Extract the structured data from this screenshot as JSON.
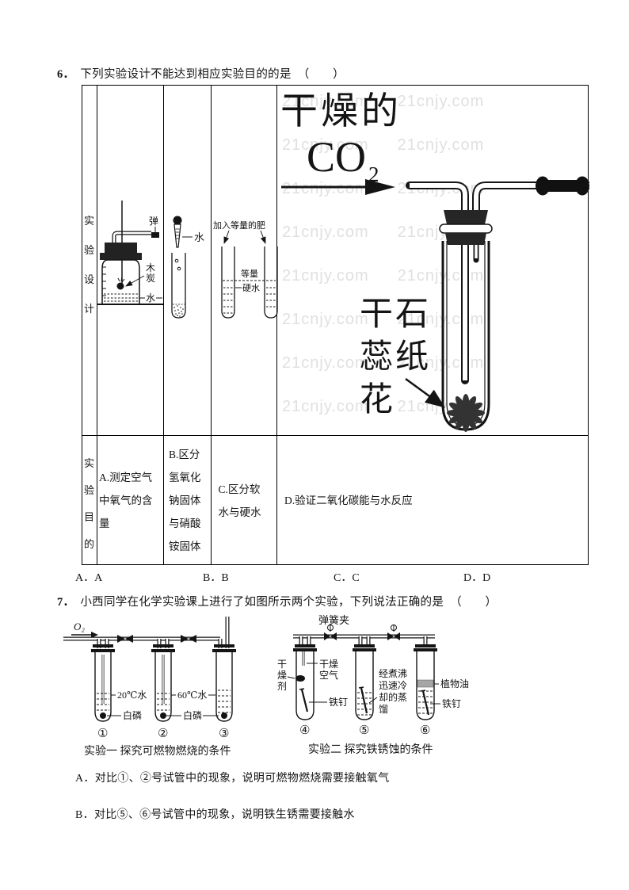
{
  "watermark": {
    "text": "21cnjy.com",
    "color": "#e0e0e0"
  },
  "q6": {
    "number": "6．",
    "text": "下列实验设计不能达到相应实验目的的是",
    "brackets": "（　　）",
    "table": {
      "row1_header": "实验设计",
      "row2_header": "实验目的",
      "purpose_a": "A.测定空气中氧气的含量",
      "purpose_b": "B.区分氢氧化钠固体与硝酸铵固体",
      "purpose_c": "C.区分软水与硬水",
      "purpose_d": "D.验证二氧化碳能与水反应",
      "diagram_a": {
        "clamp": "弹",
        "charcoal_c1": "木",
        "charcoal_c2": "炭",
        "water": "水"
      },
      "diagram_b": {
        "water": "水"
      },
      "diagram_c": {
        "add_label": "加入等量的肥",
        "equal": "等量",
        "hard_water": "硬水"
      },
      "diagram_d": {
        "dry": "干燥的",
        "gas": "CO",
        "gas_sub": "2",
        "flower_line1": "干石",
        "flower_line2": "蕊纸",
        "flower_line3": "花"
      }
    },
    "options": [
      {
        "label": "A．A"
      },
      {
        "label": "B．B"
      },
      {
        "label": "C．C"
      },
      {
        "label": "D．D"
      }
    ]
  },
  "q7": {
    "number": "7．",
    "text": "小西同学在化学实验课上进行了如图所示两个实验，下列说法正确的是",
    "brackets": "（　　）",
    "exp1": {
      "o2": "O₂",
      "tube1_water": "20℃水",
      "tube1_phos": "白磷",
      "tube2_water": "60℃水",
      "tube2_phos": "白磷",
      "num1": "①",
      "num2": "②",
      "num3": "③",
      "caption": "实验一 探究可燃物燃烧的条件"
    },
    "exp2": {
      "clamp": "弹簧夹",
      "desiccant_c1": "干",
      "desiccant_c2": "燥",
      "desiccant_c3": "剂",
      "dry_air_l1": "干燥",
      "dry_air_l2": "空气",
      "nail4": "铁钉",
      "boiled_l1": "经煮沸",
      "boiled_l2": "迅速冷",
      "boiled_l3": "却的蒸",
      "boiled_l4": "馏",
      "oil": "植物油",
      "nail6": "铁钉",
      "num4": "④",
      "num5": "⑤",
      "num6": "⑥",
      "caption": "实验二 探究铁锈蚀的条件"
    },
    "option_a": "A．对比①、②号试管中的现象，说明可燃物燃烧需要接触氧气",
    "option_b": "B．对比⑤、⑥号试管中的现象，说明铁生锈需要接触水"
  }
}
